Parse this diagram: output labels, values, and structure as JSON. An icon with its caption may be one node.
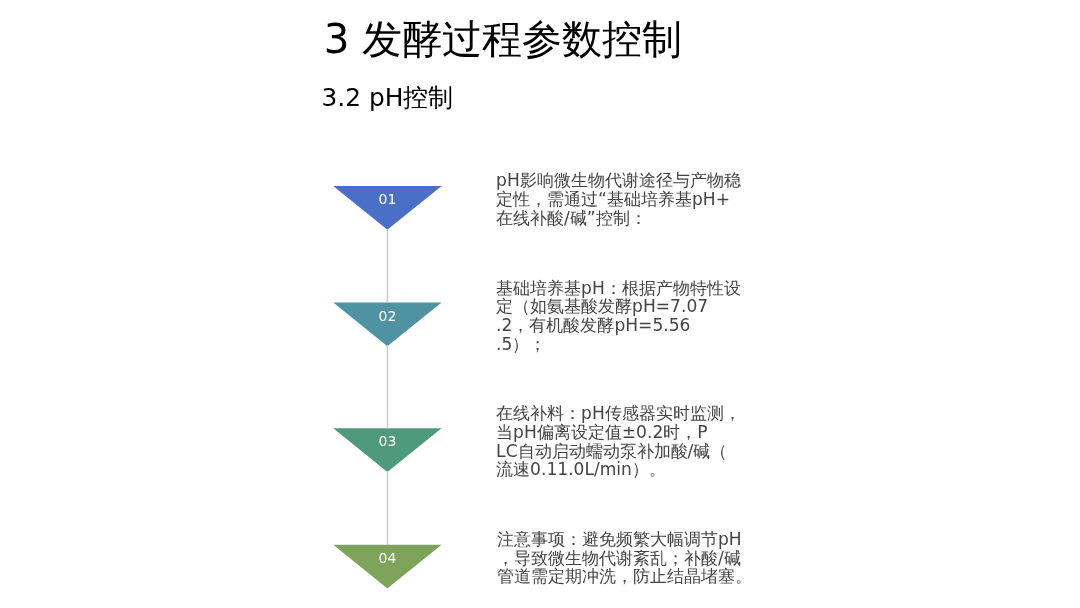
{
  "diagram": {
    "title": "3 发酵过程参数控制",
    "nodes": [
      {
        "text": [
          "01"
        ],
        "beside": [
          "pH影响微生物代谢途径与产物稳定性，需通过“基础培养基pH+在线补酸/碱”控制："
        ]
      },
      {
        "text": [
          "02"
        ],
        "beside": [
          "基础培养基pH：根据产物特性设定（如氨基酸发酵pH=7.07.2，有机酸发酵pH=5.56.5）；"
        ]
      },
      {
        "text": [
          "03"
        ],
        "beside": [
          "在线补料：pH传感器实时监测，当pH偏离设定值±0.2时，PLC自动启动蠕动泵补加酸/碱（流速0.11.0L/min）。"
        ]
      },
      {
        "text": [
          "04"
        ],
        "beside": [
          "注意事项：避免频繁大幅调节pH，导致微生物代谢紊乱；补酸/碱管道需定期冲洗，防止结晶堵塞。"
        ]
      }
    ],
    "edges": [
      {
        "from": 0,
        "to": 1,
        "arrow": "none"
      },
      {
        "from": 1,
        "to": 2,
        "arrow": "none"
      },
      {
        "from": 2,
        "to": 3,
        "arrow": "none"
      }
    ],
    "labels": [
      "3.2 pH控制"
    ]
  }
}
